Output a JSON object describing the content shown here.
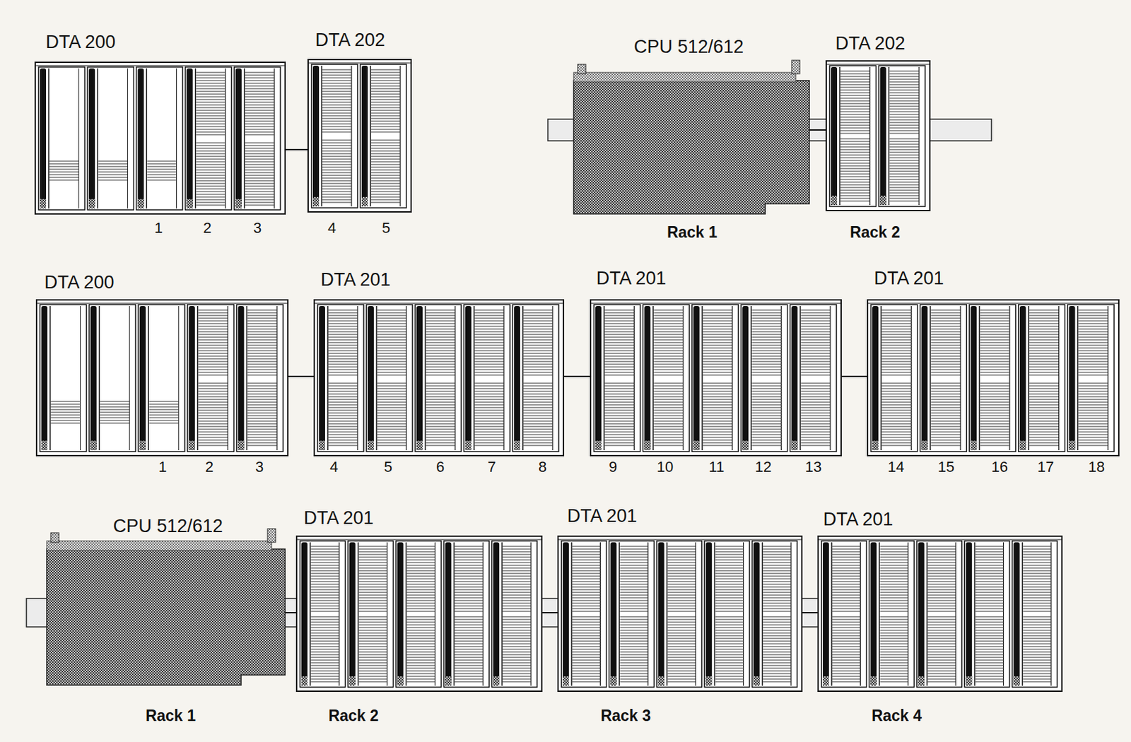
{
  "diagram": {
    "nodes": [
      {
        "text": [
          "DTA 200"
        ]
      },
      {
        "text": [
          "DTA 202"
        ]
      },
      {
        "text": [
          "CPU 512/612",
          "Rack 1"
        ]
      },
      {
        "text": [
          "DTA 202",
          "Rack 2"
        ]
      },
      {
        "text": [
          "DTA 200"
        ]
      },
      {
        "text": [
          "DTA 201"
        ]
      },
      {
        "text": [
          "DTA 201"
        ]
      },
      {
        "text": [
          "DTA 201"
        ]
      },
      {
        "text": [
          "CPU 512/612",
          "Rack 1"
        ]
      },
      {
        "text": [
          "DTA 201",
          "Rack 2"
        ]
      },
      {
        "text": [
          "DTA 201",
          "Rack 3"
        ]
      },
      {
        "text": [
          "DTA 201",
          "Rack 4"
        ]
      }
    ],
    "edges": [
      {
        "from": 0,
        "to": 1,
        "arrow": "none"
      },
      {
        "from": 2,
        "to": 3,
        "arrow": "none"
      },
      {
        "from": 4,
        "to": 5,
        "arrow": "none"
      },
      {
        "from": 5,
        "to": 6,
        "arrow": "none"
      },
      {
        "from": 6,
        "to": 7,
        "arrow": "none"
      },
      {
        "from": 8,
        "to": 9,
        "arrow": "none"
      },
      {
        "from": 9,
        "to": 10,
        "arrow": "none"
      },
      {
        "from": 10,
        "to": 11,
        "arrow": "none"
      }
    ],
    "labels": [
      "1",
      "2",
      "3",
      "4",
      "5",
      "1",
      "2",
      "3",
      "4",
      "5",
      "6",
      "7",
      "8",
      "9",
      "10",
      "11",
      "12",
      "13",
      "14",
      "15",
      "16",
      "17",
      "18"
    ]
  }
}
